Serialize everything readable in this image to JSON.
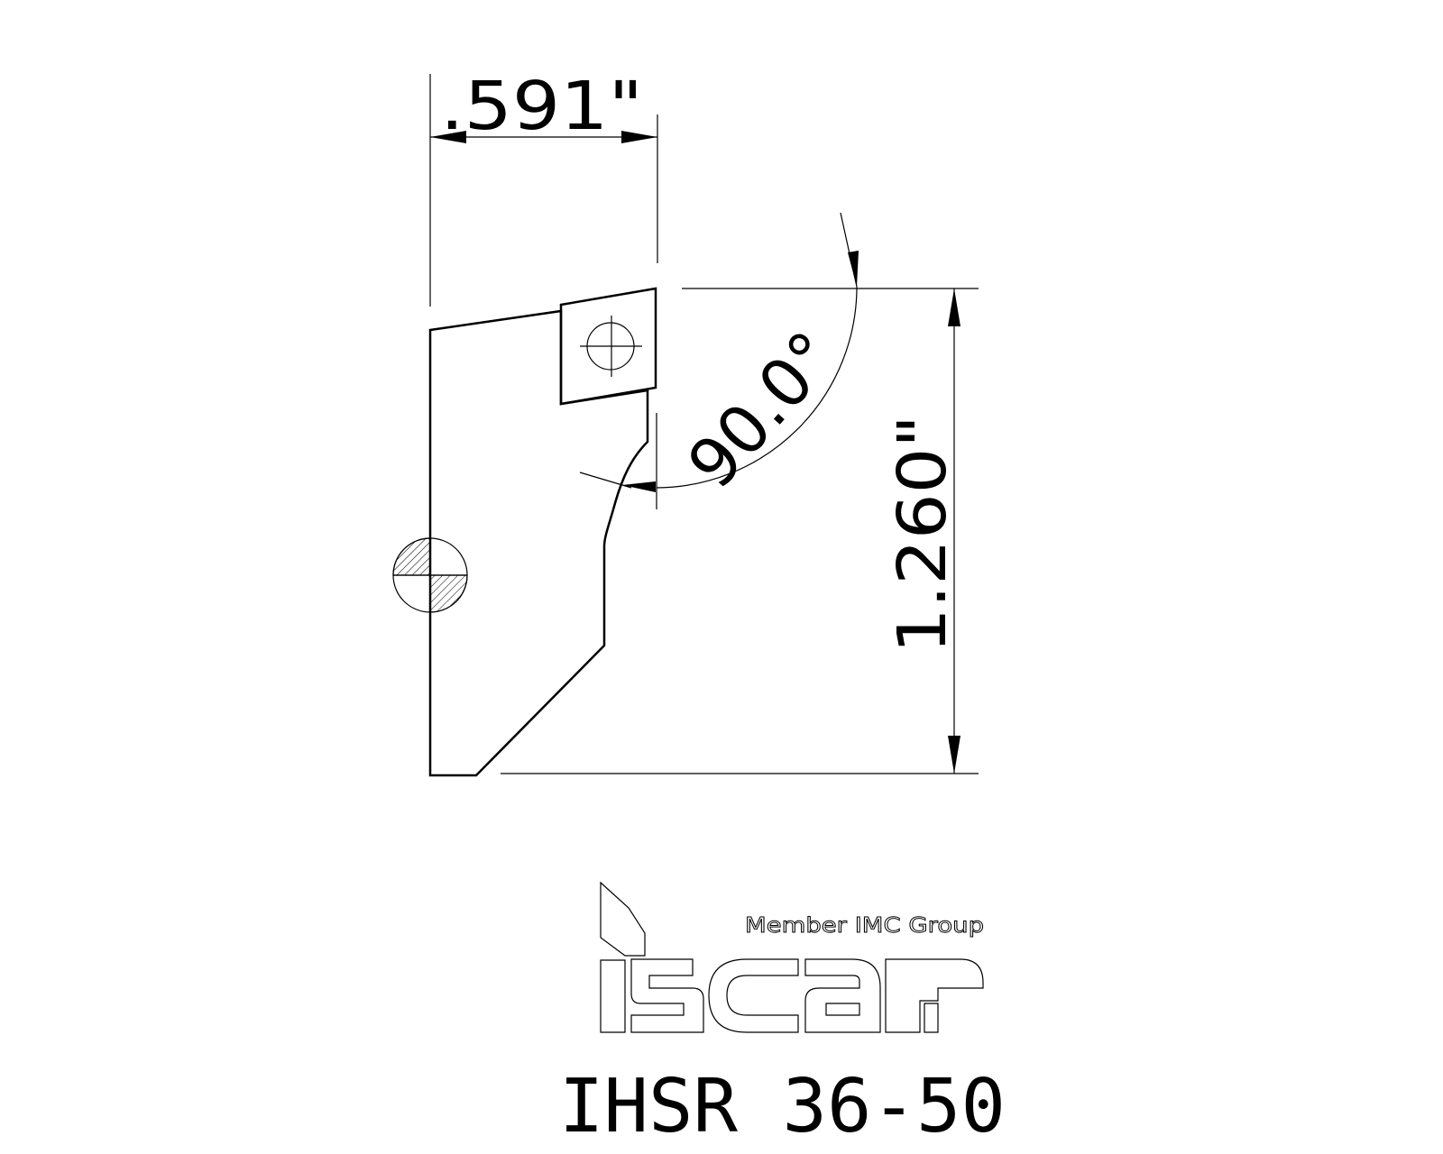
{
  "dimensions": {
    "width": ".591\"",
    "height": "1.260\"",
    "angle": "90.0°"
  },
  "logo": {
    "tagline": "Member IMC Group",
    "brand": "iscar"
  },
  "part_number": "IHSR 36-50",
  "colors": {
    "line": "#000000",
    "background": "#ffffff"
  }
}
